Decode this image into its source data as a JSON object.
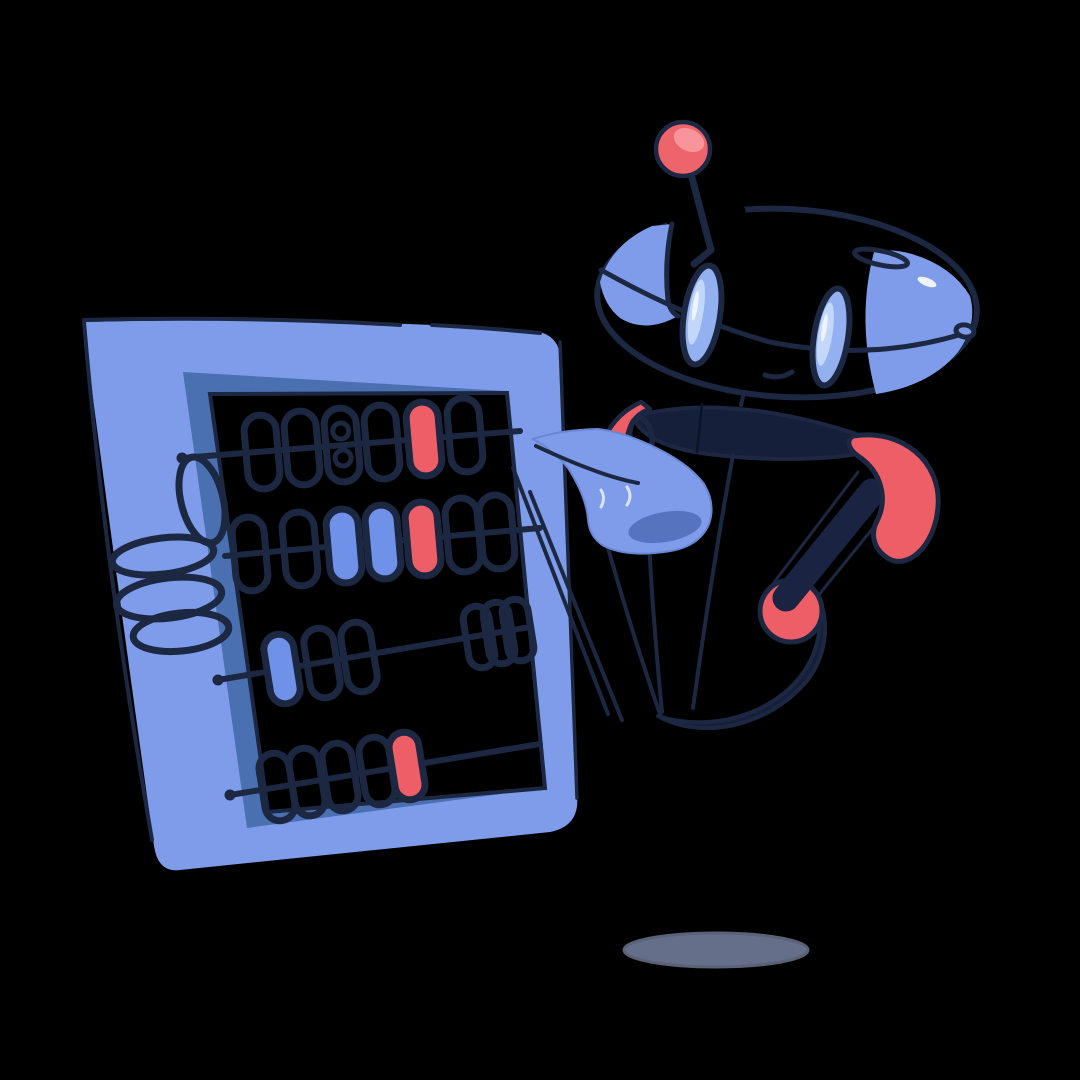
{
  "scene": {
    "description": "Cartoon illustration of a dark navy robot with a saucer-shaped head, pink antenna ball and red accent arms, floating above a gray ground shadow while pointing with a blue hand at a large tilted blue abacus frame that it grips with coiled fingers.",
    "background_color": "#000000"
  },
  "palette": {
    "outline_navy": "#1c2742",
    "body_navy": "#161f3a",
    "blue_light": "#7e9ce9",
    "blue_bevel": "#4b70b2",
    "bead_blue": "#6f92e8",
    "bead_red": "#ee5e67",
    "accent_red": "#ee5e67",
    "ball_pink": "#ee646c",
    "ball_highlight": "#f7959b",
    "eye_blue": "#93b0f0",
    "eye_highlight": "#c3d7fa",
    "hand_blue": "#7e9ce9",
    "hand_edge": "#6a87d4",
    "hand_shade": "#5673c0",
    "shadow_gray": "#666f8a",
    "shadow_rim": "#596276"
  },
  "abacus": {
    "rows": [
      {
        "beads": [
          "outline",
          "outline",
          "double",
          "outline",
          "red",
          "outline"
        ]
      },
      {
        "beads": [
          "outline",
          "outline",
          "blue",
          "blue",
          "red",
          "outline",
          "outline"
        ]
      },
      {
        "beads": [
          "blue",
          "outline",
          "outline",
          "outline",
          "outline",
          "outline"
        ]
      },
      {
        "beads": [
          "outline",
          "outline",
          "outline",
          "outline",
          "red"
        ]
      }
    ]
  },
  "robot": {
    "parts": [
      "antenna-ball",
      "antenna-stem",
      "saucer-head",
      "left-eye",
      "right-eye",
      "mouth",
      "collar",
      "left-shoulder-arc",
      "right-arm-hook",
      "elbow-joint",
      "tail-swoosh",
      "pointing-hand",
      "grip-coils",
      "ground-shadow"
    ]
  }
}
